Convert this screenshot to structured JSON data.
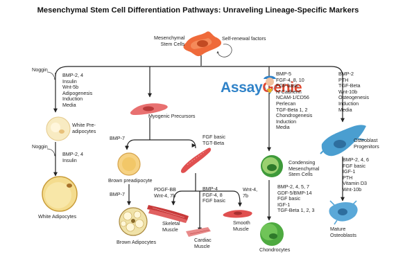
{
  "title": "Mesenchymal Stem Cell Differentiation Pathways: Unraveling Lineage-Specific Markers",
  "brand": {
    "part1": "Assay",
    "part2": "Genie"
  },
  "center": {
    "label_line1": "Mesenchymal",
    "label_line2": "Stem Cells",
    "self_renewal": "Self-renewal factors"
  },
  "adipo": {
    "noggin_top": "Noggin",
    "factors1": [
      "BMP-2, 4",
      "Insulin",
      "Wnt-5b",
      "Adipogenesis",
      "Induction",
      "Media"
    ],
    "pre_line1": "White Pre-",
    "pre_line2": "adipocytes",
    "noggin_bottom": "Noggin",
    "factors2": [
      "BMP-2, 4",
      "Insulin"
    ],
    "mature": "White Adipocytes"
  },
  "myo": {
    "precursors": "Myogenic Precursors",
    "bmp7_left": "BMP-7",
    "fgf_tgf": [
      "FGF basic",
      "TGT-Beta"
    ],
    "brown_pre": "Brown preadipocyte",
    "bmp7_lower": "BMP-7",
    "brown": "Brown Adipocytes",
    "pdgf": [
      "PDGF-BB",
      "Wnt-4, 7b"
    ],
    "cardiac_factors": [
      "BMP-4",
      "FGF-4, 8",
      "FGF basic"
    ],
    "wnt_smooth": [
      "Wnt-4,",
      "7b"
    ],
    "skeletal": [
      "Skeletal",
      "Muscle"
    ],
    "cardiac": [
      "Cardiac",
      "Muscle"
    ],
    "smooth": [
      "Smooth",
      "Muscle"
    ]
  },
  "chondro": {
    "factors1": [
      "BMP-5",
      "FGF-4, 8, 10",
      "FGF basic",
      "N-Cadherin",
      "NCAM-1/CD56",
      "Perlecan",
      "TGF-Beta 1, 2",
      "Chondrogenesis",
      "Induction",
      "Media"
    ],
    "condensing": [
      "Condensing",
      "Mesenchymal",
      "Stem Cells"
    ],
    "factors2": [
      "BMP-2, 4, 5, 7",
      "GDF-5/BMP-14",
      "FGF basic",
      "IGF-1",
      "TGF-Beta 1, 2, 3"
    ],
    "mature": "Chondrocytes"
  },
  "osteo": {
    "factors1": [
      "BMP-2",
      "PTH",
      "TGF-Beta",
      "Wnt-10b",
      "Osteogenesis",
      "Induction",
      "Media"
    ],
    "progenitors": [
      "Osteoblast",
      "Progenitors"
    ],
    "factors2": [
      "BMP-2, 4, 6",
      "FGF basic",
      "IGF-1",
      "PTH",
      "Vitamin D3",
      "Wnt-10b"
    ],
    "mature": [
      "Mature",
      "Osteoblasts"
    ]
  },
  "colors": {
    "arrow": "#222222",
    "msc_cell": "#ef6a3a",
    "adipocyte": "#f4dc8e",
    "brown_adipo": "#f2c768",
    "muscle": "#e05050",
    "chondro": "#58b24a",
    "osteo": "#4a9ed0",
    "brand_blue": "#2f82c8",
    "brand_red": "#e0472f"
  },
  "icons": [
    "msc-cell-icon",
    "self-renewal-arrow-icon",
    "pre-adipocyte-icon",
    "white-adipocyte-icon",
    "myogenic-precursor-icon",
    "brown-preadipocyte-icon",
    "brown-adipocytes-icon",
    "muscle-fiber-icon",
    "skeletal-muscle-icon",
    "cardiac-muscle-icon",
    "smooth-muscle-icon",
    "condensing-msc-icon",
    "chondrocytes-icon",
    "osteoblast-progenitor-icon",
    "mature-osteoblast-icon",
    "genie-mascot-icon"
  ]
}
